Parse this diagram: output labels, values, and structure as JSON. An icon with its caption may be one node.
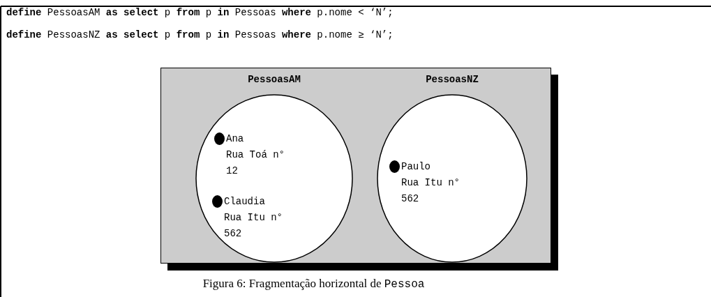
{
  "diagram": {
    "caption": "Figura 6: Fragmentação horizontal de Pessoa",
    "nodes": [
      {
        "text": [],
        "shape": "box"
      },
      {
        "text": [
          "PessoasAM"
        ],
        "in": 0
      },
      {
        "text": [
          "PessoasNZ"
        ],
        "in": 0
      },
      {
        "text": [
          "Ana",
          "Rua Toá n° 12"
        ],
        "in": 1
      },
      {
        "text": [
          "Claudia",
          "Rua Itu n° 562"
        ],
        "in": 1
      },
      {
        "text": [
          "Paulo",
          "Rua Itu n° 562"
        ],
        "in": 2
      }
    ],
    "labels": [
      "**define** PessoasAM **as select** p **from** p **in** Pessoas **where** p.nome < ‘N’;",
      "**define** PessoasNZ **as select** p **from** p **in** Pessoas **where** p.nome ≥ ‘N’;"
    ]
  }
}
